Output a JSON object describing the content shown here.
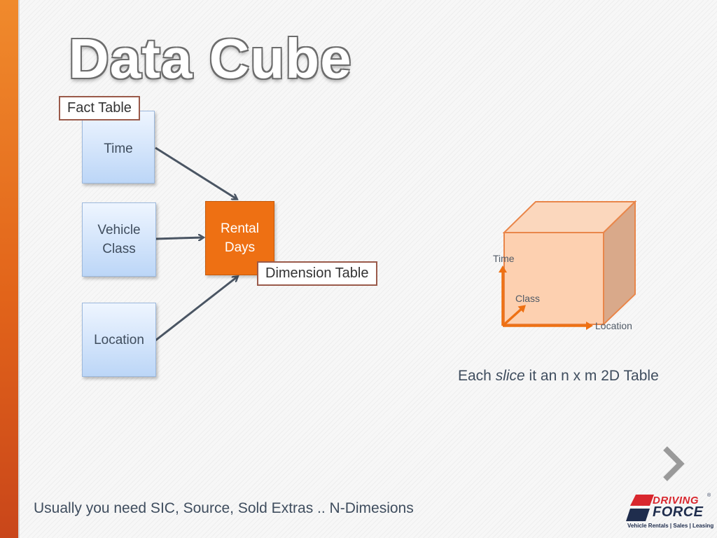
{
  "slide": {
    "title": "Data Cube",
    "footer_text": "Usually you need SIC, Source, Sold Extras .. N-Dimesions"
  },
  "diagram": {
    "dimension_boxes": [
      {
        "lines": [
          "Time"
        ]
      },
      {
        "lines": [
          "Vehicle",
          "Class"
        ]
      },
      {
        "lines": [
          "Location"
        ]
      }
    ],
    "fact_box": {
      "lines": [
        "Rental",
        "Days"
      ]
    },
    "callouts": {
      "fact": "Fact Table",
      "dimension": "Dimension Table"
    }
  },
  "cube": {
    "axes": {
      "time": "Time",
      "class": "Class",
      "location": "Location"
    },
    "caption_prefix": "Each ",
    "caption_emphasis": "slice",
    "caption_suffix": " it an n x m 2D Table"
  },
  "logo": {
    "line1": "DRIVING",
    "line2": "FORCE",
    "registered": "®",
    "tagline": "Vehicle Rentals | Sales | Leasing"
  },
  "colors": {
    "accent": "#ee7013",
    "dimension_fill": "#bcd6f7",
    "connector": "#4a5563",
    "logo_red": "#d9272e",
    "logo_navy": "#1f2d4d"
  },
  "icons": {
    "next": "chevron-right-icon"
  }
}
